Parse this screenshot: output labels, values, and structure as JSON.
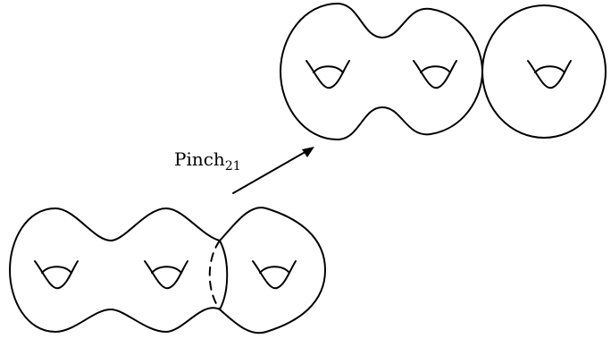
{
  "figure": {
    "arrow_label": {
      "text": "Pinch",
      "subscript": "21"
    },
    "surfaces": [
      {
        "name": "genus-3-surface-before-pinch",
        "holes": 3,
        "pinch_curve": "dashed"
      },
      {
        "name": "genus-2-component-after-pinch",
        "holes": 2
      },
      {
        "name": "genus-1-component-after-pinch",
        "holes": 1
      }
    ]
  }
}
